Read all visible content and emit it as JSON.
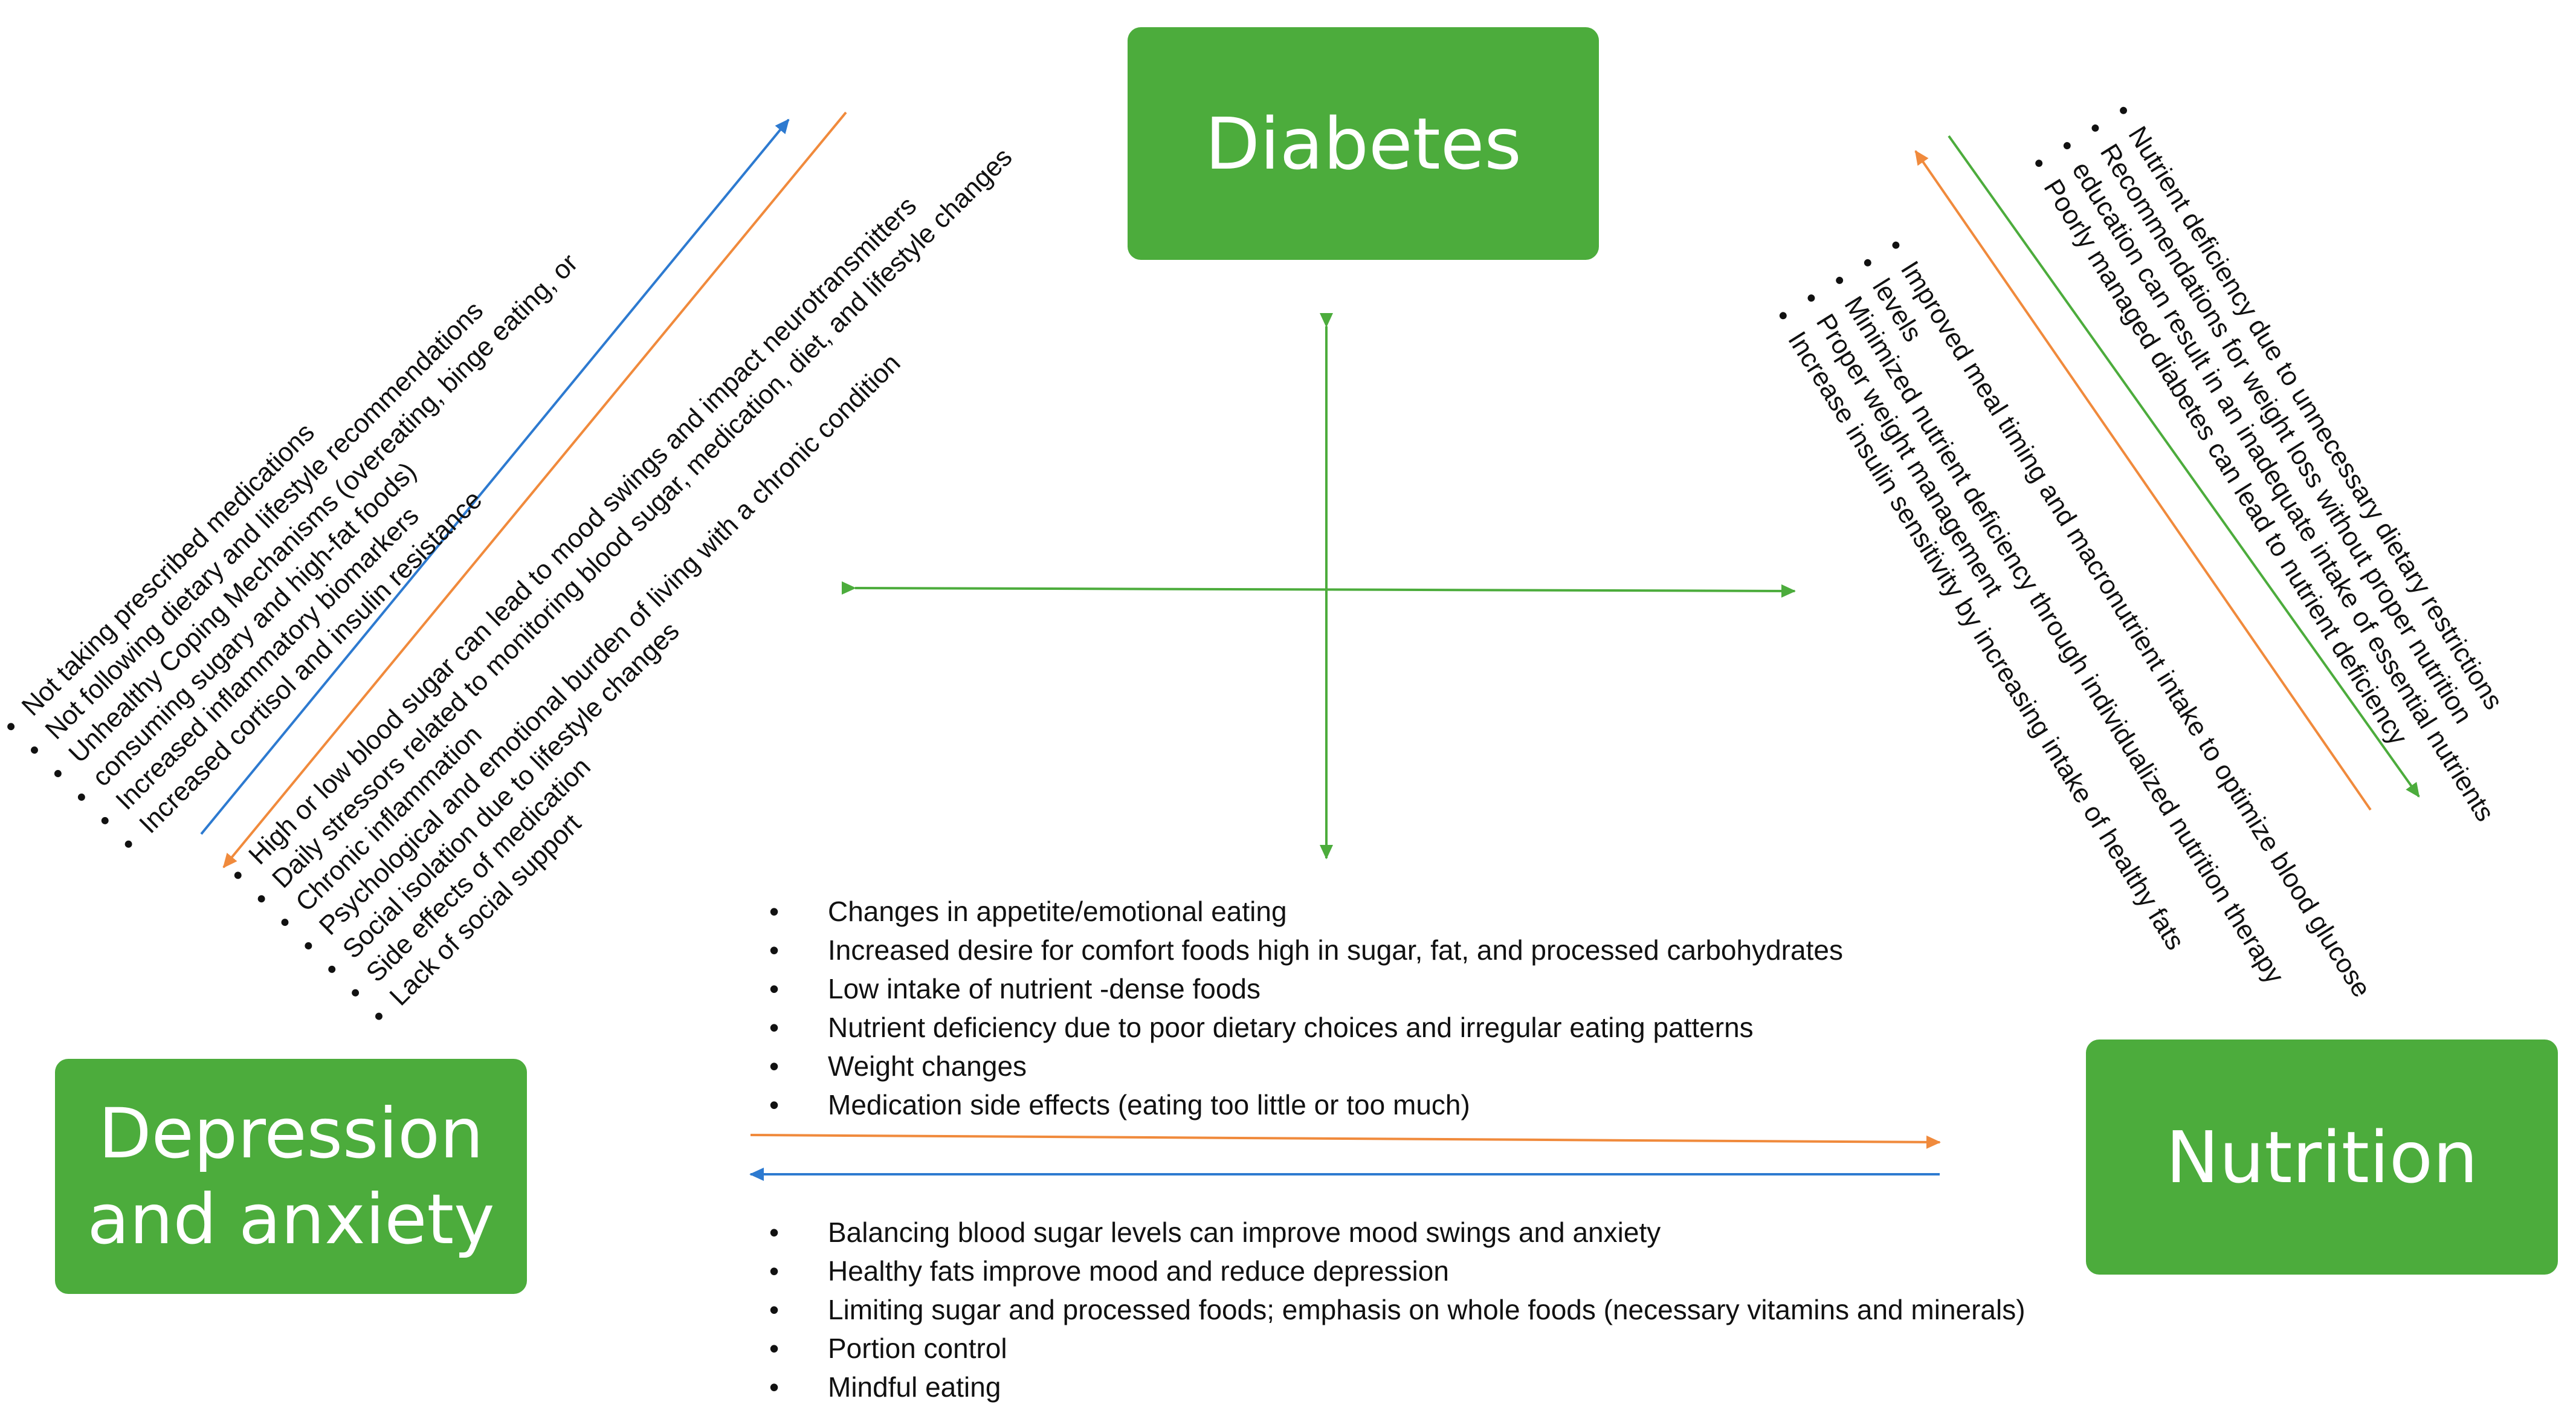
{
  "nodes": {
    "diabetes": "Diabetes",
    "depression": "Depression and anxiety",
    "nutrition": "Nutrition"
  },
  "colors": {
    "box": "#4cac3c",
    "green_arrow": "#4cac3c",
    "orange_arrow": "#f08a3c",
    "blue_arrow": "#2d7ad0"
  },
  "depression_to_diabetes": [
    "Not taking prescribed medications",
    "Not following dietary and lifestyle recommendations",
    "Unhealthy Coping Mechanisms (overeating, binge eating, or",
    "consuming sugary and high-fat foods)",
    "Increased inflammatory biomarkers",
    "Increased cortisol and insulin resistance"
  ],
  "diabetes_to_depression": [
    "High or low blood sugar can lead to mood swings and impact neurotransmitters",
    "Daily stressors related to monitoring blood sugar, medication, diet, and lifestyle changes",
    "Chronic inflammation",
    "Psychological and emotional burden of living with a chronic condition",
    "Social isolation due to lifestyle changes",
    "Side effects of medication",
    "Lack of social support"
  ],
  "diabetes_to_nutrition": [
    "Nutrient deficiency due to unnecessary dietary restrictions",
    "Recommendations for weight loss without proper nutrition",
    "education can result in an inadequate intake of essential nutrients",
    "Poorly managed diabetes can lead to nutrient deficiency"
  ],
  "nutrition_to_diabetes": [
    "Improved meal timing and macronutrient intake to optimize blood glucose",
    "levels",
    "Minimized nutrient deficiency through   individualized nutrition  therapy",
    "Proper weight management",
    "Increase insulin sensitivity by increasing intake of healthy fats"
  ],
  "depression_to_nutrition": [
    "Changes in appetite/emotional eating",
    "Increased desire for comfort foods high in sugar, fat, and processed carbohydrates",
    "Low intake of nutrient -dense foods",
    "Nutrient deficiency due to poor dietary     choices  and irregular eating patterns",
    "Weight changes",
    "Medication side effects (eating too little or too much)"
  ],
  "nutrition_to_depression": [
    "Balancing blood sugar levels can improve mood swings and anxiety",
    "Healthy fats improve mood and reduce depression",
    "Limiting sugar and processed foods; emphasis on whole foods (necessary   vitamins and minerals)",
    "Portion control",
    "Mindful eating"
  ]
}
